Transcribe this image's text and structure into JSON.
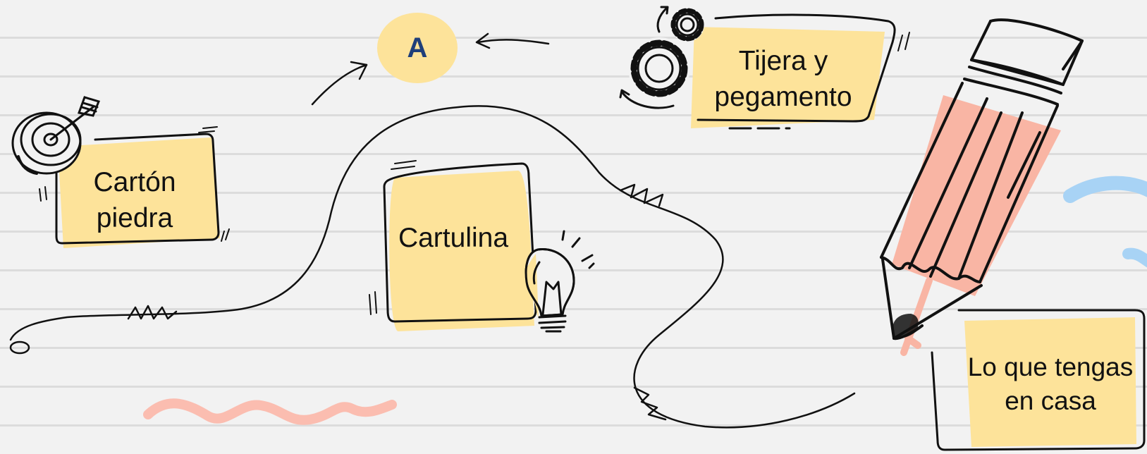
{
  "nodes": {
    "a": "A",
    "carton": "Cartón piedra",
    "tijera": "Tijera y pegamento",
    "cartulina": "Cartulina",
    "casa": "Lo que tengas en casa"
  },
  "colors": {
    "card": "#fde39a",
    "pencil": "#f9b5a4",
    "squiggle": "#fbbdb0",
    "blue": "#a8d3f5",
    "a_text": "#1f3f7a",
    "ink": "#111111"
  },
  "icons": [
    "target-icon",
    "gears-icon",
    "lightbulb-icon",
    "pencil-icon"
  ]
}
